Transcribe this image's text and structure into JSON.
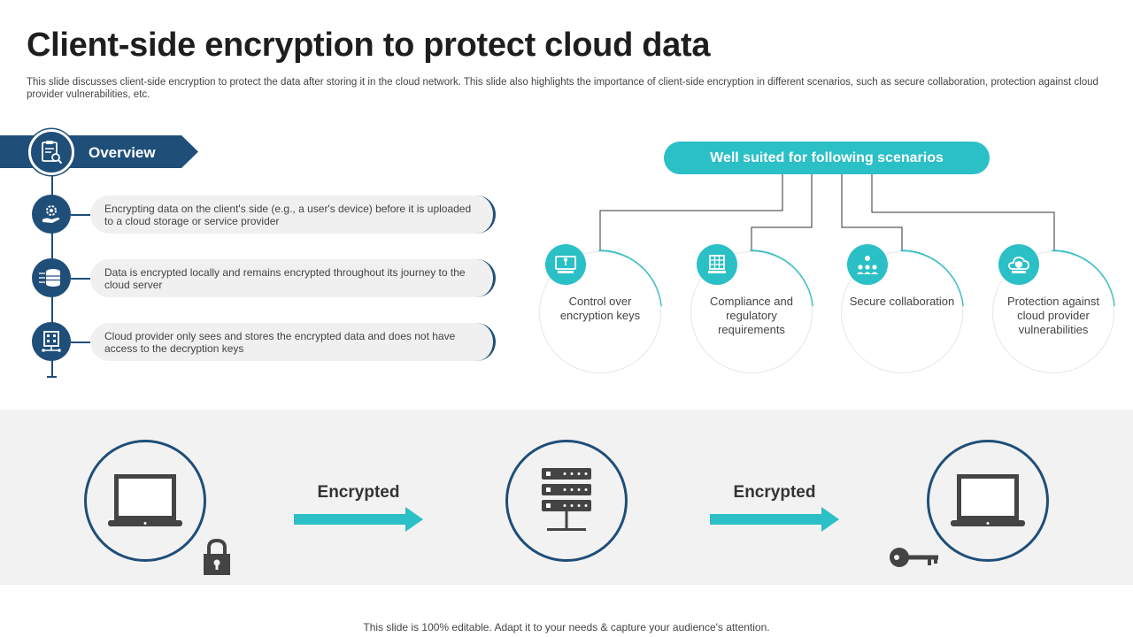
{
  "header": {
    "title": "Client-side encryption to protect cloud data",
    "subtitle": "This slide discusses client-side encryption to protect the data after storing it in the cloud network. This slide also highlights the importance of client-side encryption in different scenarios, such as secure collaboration, protection against cloud provider vulnerabilities, etc."
  },
  "overview": {
    "label": "Overview",
    "icon": "clipboard-search-icon",
    "items": [
      {
        "icon": "hand-gear-icon",
        "text": "Encrypting data on the client's side (e.g., a user's device) before it is uploaded to a cloud storage or service provider"
      },
      {
        "icon": "database-network-icon",
        "text": "Data is encrypted locally and remains encrypted throughout its journey to the cloud server"
      },
      {
        "icon": "building-network-icon",
        "text": "Cloud provider only sees and stores the encrypted data and does not have access to the decryption keys"
      }
    ]
  },
  "scenarios": {
    "header": "Well suited for following scenarios",
    "items": [
      {
        "icon": "monitor-key-icon",
        "label": "Control over encryption keys"
      },
      {
        "icon": "checklist-device-icon",
        "label": "Compliance and regulatory requirements"
      },
      {
        "icon": "team-collaboration-icon",
        "label": "Secure collaboration"
      },
      {
        "icon": "shield-cloud-icon",
        "label": "Protection against cloud provider vulnerabilities"
      }
    ]
  },
  "flow": {
    "step1": {
      "icon": "laptop-icon",
      "badge": "padlock-icon"
    },
    "arrow1_label": "Encrypted",
    "step2": {
      "icon": "server-icon"
    },
    "arrow2_label": "Encrypted",
    "step3": {
      "icon": "laptop-icon",
      "badge": "key-icon"
    }
  },
  "colors": {
    "navy": "#1f4e79",
    "teal": "#2bbfc6",
    "band": "#f2f2f2"
  },
  "footer": {
    "text": "This slide is 100% editable. Adapt it to your needs & capture your audience's attention."
  }
}
